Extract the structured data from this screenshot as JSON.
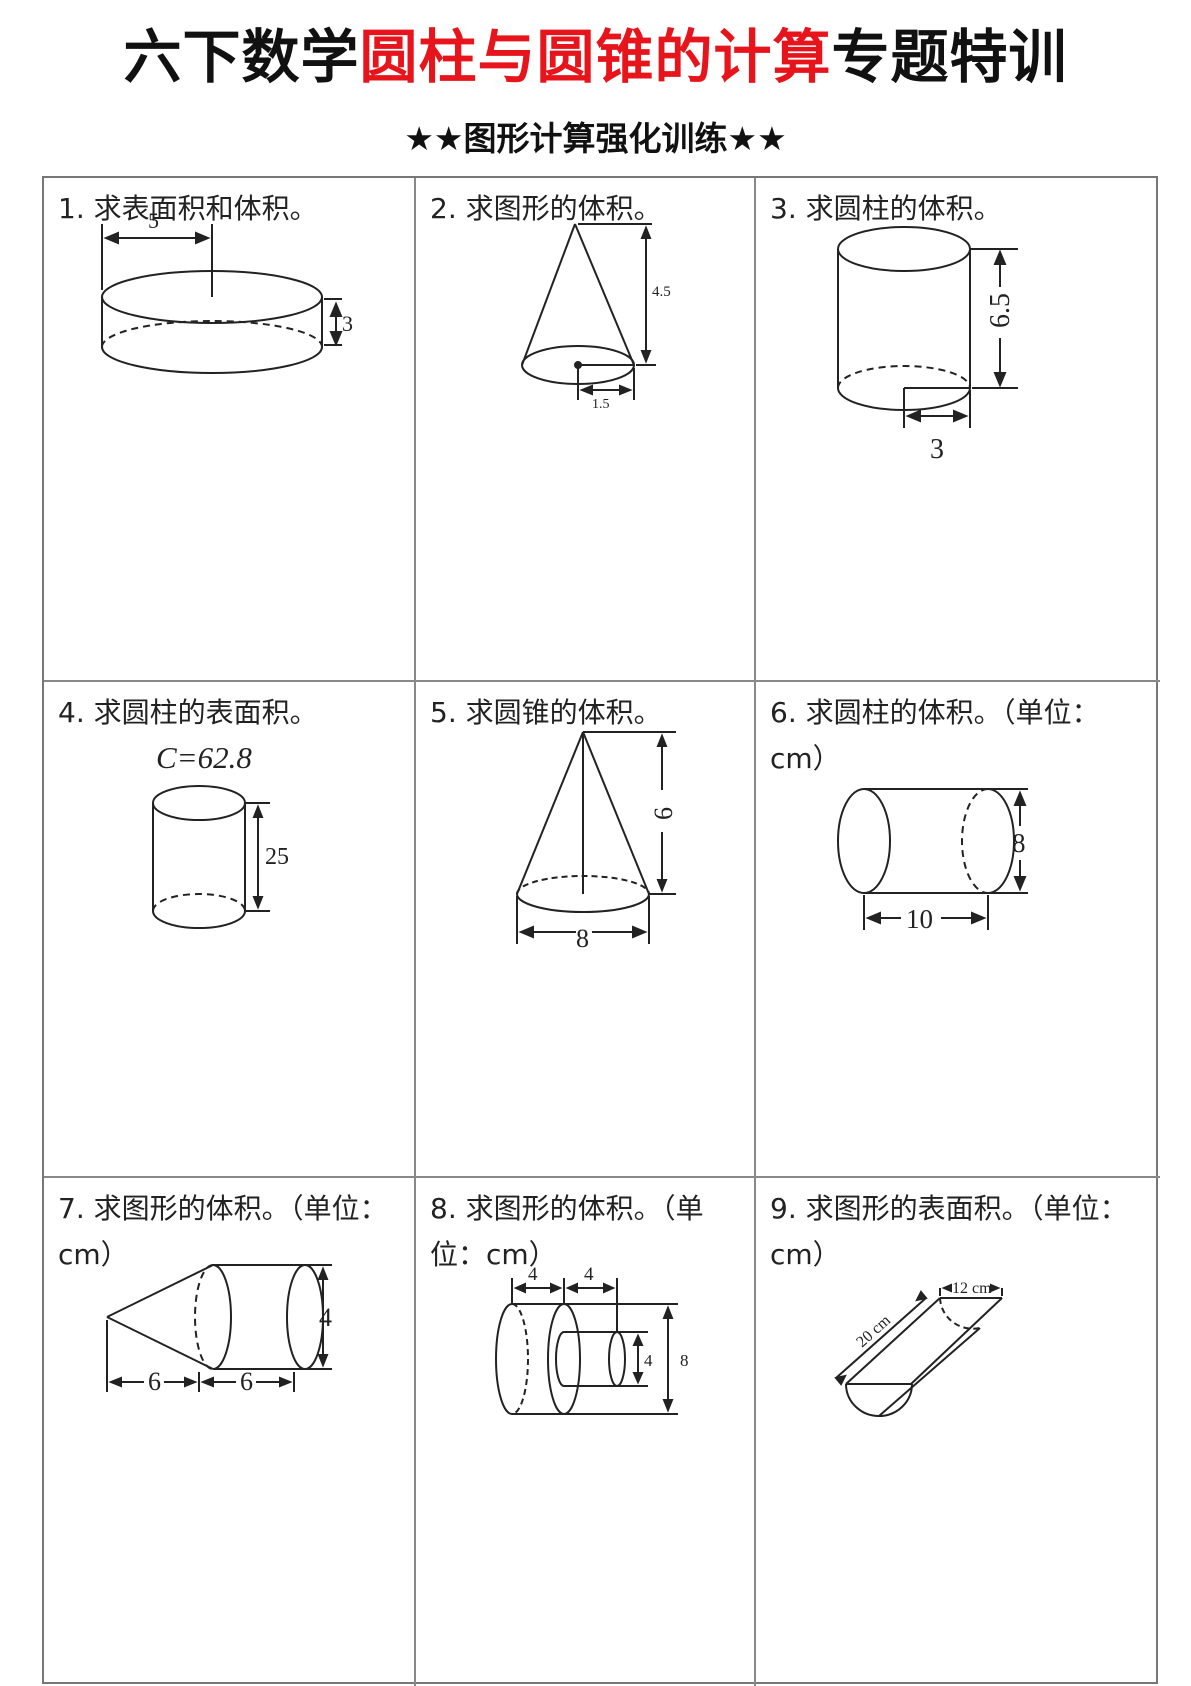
{
  "header": {
    "title_prefix": "六下数学",
    "title_highlight": "圆柱与圆锥的计算",
    "title_suffix": "专题特训",
    "subtitle": "★★图形计算强化训练★★",
    "highlight_color": "#e8141b"
  },
  "problems": [
    {
      "text": "1. 求表面积和体积。",
      "labels": [
        "5",
        "3"
      ]
    },
    {
      "text": "2. 求图形的体积。",
      "labels": [
        "4.5",
        "1.5"
      ]
    },
    {
      "text": "3. 求圆柱的体积。",
      "labels": [
        "6.5",
        "3"
      ]
    },
    {
      "text": "4. 求圆柱的表面积。",
      "labels": [
        "C=62.8",
        "25"
      ]
    },
    {
      "text": "5. 求圆锥的体积。",
      "labels": [
        "6",
        "8"
      ]
    },
    {
      "text": "6. 求圆柱的体积。（单位：cm）",
      "labels": [
        "8",
        "10"
      ]
    },
    {
      "text": "7. 求图形的体积。（单位：cm）",
      "labels": [
        "4",
        "6",
        "6"
      ]
    },
    {
      "text": "8. 求图形的体积。（单位：cm）",
      "labels": [
        "4",
        "4",
        "4",
        "8"
      ]
    },
    {
      "text": "9. 求图形的表面积。（单位：cm）",
      "labels": [
        "20 cm",
        "12 cm"
      ]
    }
  ]
}
